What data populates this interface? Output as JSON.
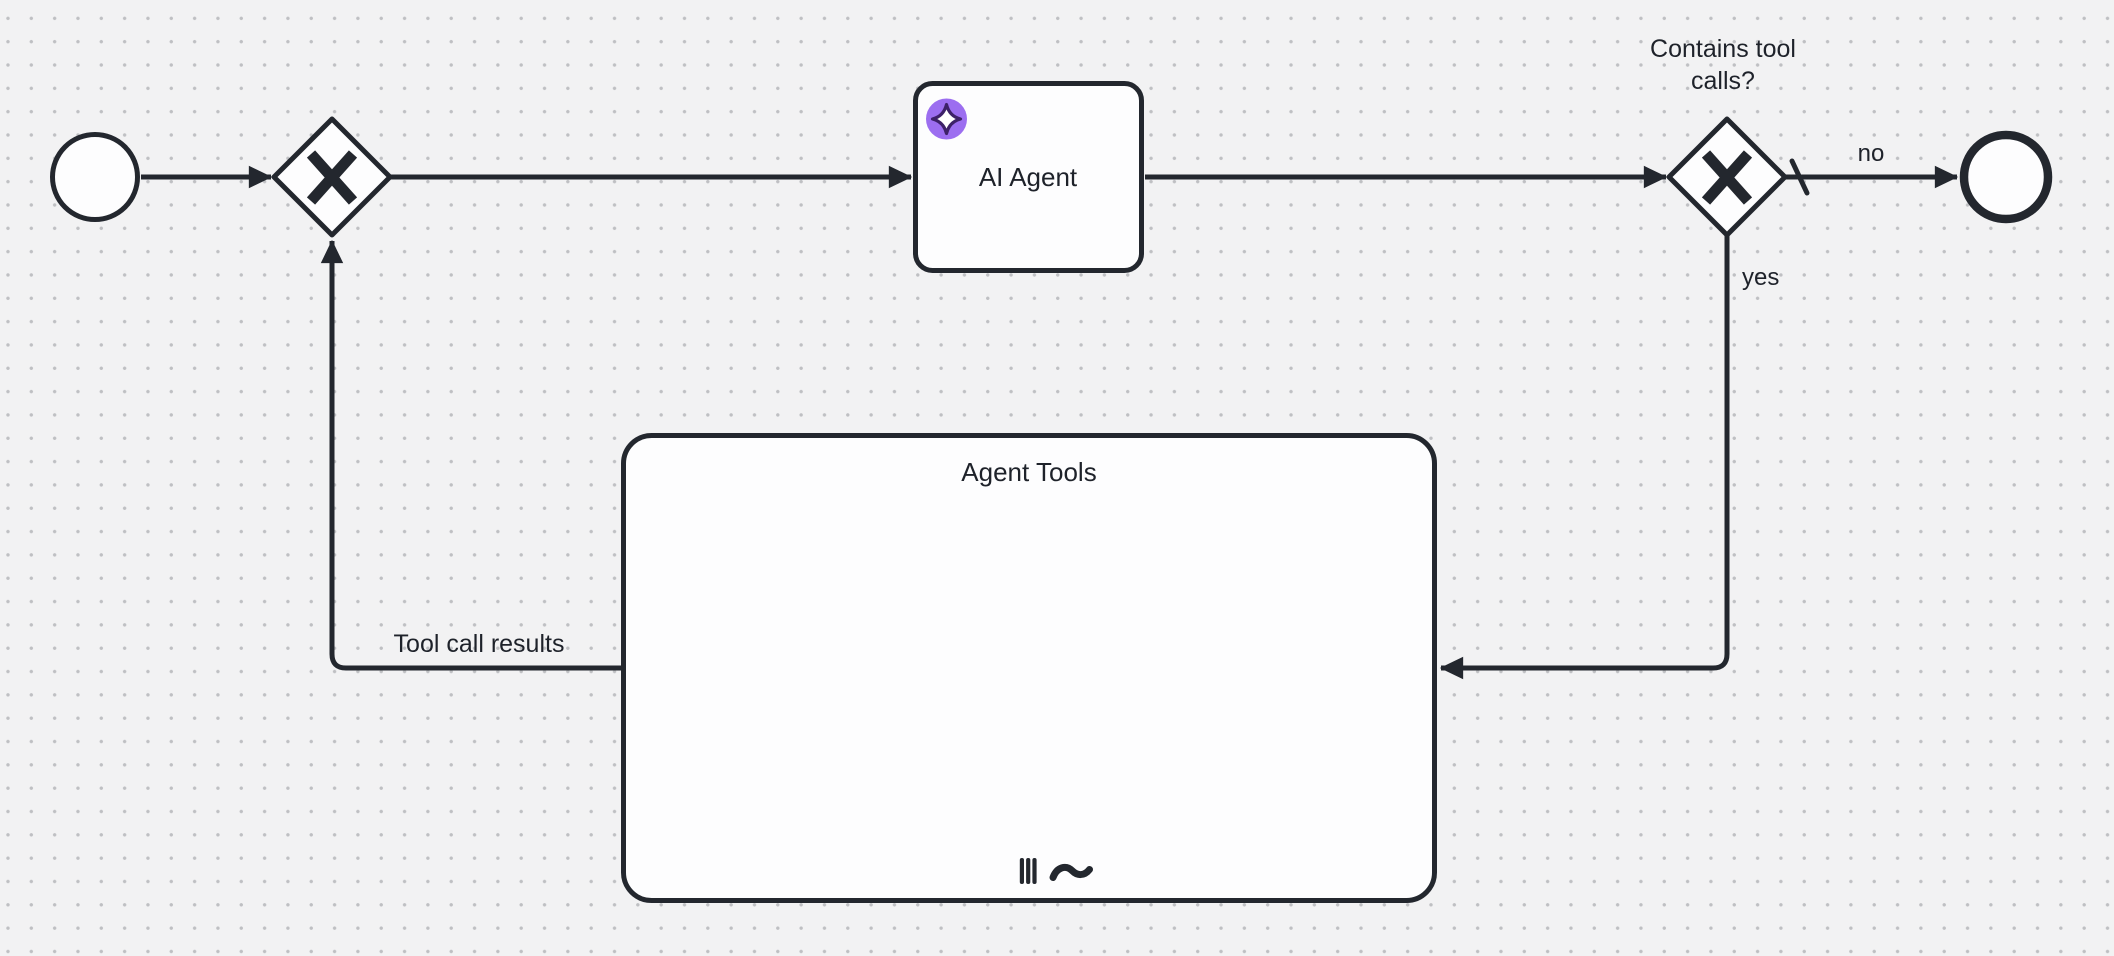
{
  "canvas": {
    "background_color": "#f2f2f3",
    "grid_dot_color": "#bfc0c3"
  },
  "palette": {
    "stroke": "#23272e",
    "shape_fill": "#fdfdfe",
    "label_color": "#1e222a",
    "badge_purple": "#9c6ef0",
    "badge_star_outline": "#3d2168",
    "badge_star_fill": "#ffffff"
  },
  "icons": {
    "ai_sparkle": "four-point-sparkle",
    "multi_instance_marker": "three-vertical-bars",
    "ad_hoc_marker": "tilde"
  },
  "nodes": {
    "start_event": {
      "kind": "start-event"
    },
    "entry_gateway": {
      "kind": "exclusive-gateway",
      "marker_glyph": "X"
    },
    "ai_agent_task": {
      "label": "AI Agent",
      "icon": "ai-sparkle-badge"
    },
    "decision_gateway": {
      "kind": "exclusive-gateway",
      "marker_glyph": "X",
      "label": "Contains tool calls?",
      "label_line1": "Contains tool",
      "label_line2": "calls?"
    },
    "end_event": {
      "kind": "end-event"
    },
    "agent_tools_subprocess": {
      "label": "Agent Tools",
      "markers": [
        "multi-instance-parallel",
        "ad-hoc"
      ]
    }
  },
  "flows": {
    "no_flow": {
      "label": "no",
      "default_flow_marker": true
    },
    "yes_flow": {
      "label": "yes"
    },
    "tool_results_flow": {
      "label": "Tool call results"
    }
  }
}
